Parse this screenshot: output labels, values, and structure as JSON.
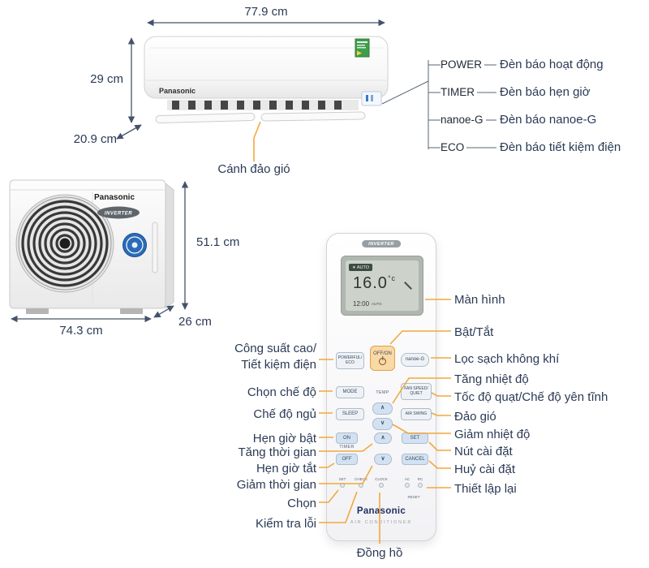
{
  "colors": {
    "text": "#2b3a55",
    "callout-line": "#F2A83C",
    "dim-line": "#44536b",
    "legend-line": "#5a6672",
    "btn-orange-bg": "#FAD9A4",
    "btn-orange-border": "#DFA14E",
    "btn-blue-bg": "#D3E2F2",
    "btn-gray-bg": "#EEF2F6",
    "btn-border": "#AEBCCB"
  },
  "indoor": {
    "brand": "Panasonic",
    "dims": {
      "width": "77.9 cm",
      "height": "29 cm",
      "depth": "20.9 cm"
    },
    "vane_callout": "Cánh đảo gió"
  },
  "legend": {
    "items": [
      {
        "name": "POWER",
        "desc": "Đèn báo hoạt động"
      },
      {
        "name": "TIMER",
        "desc": "Đèn báo hẹn giờ"
      },
      {
        "name": "nanoe-G",
        "desc": "Đèn báo nanoe-G"
      },
      {
        "name": "ECO",
        "desc": "Đèn báo tiết kiệm điện"
      }
    ]
  },
  "outdoor": {
    "brand": "Panasonic",
    "badge": "INVERTER",
    "dims": {
      "height": "51.1 cm",
      "width": "74.3 cm",
      "depth": "26 cm"
    }
  },
  "remote": {
    "badge": "INVERTER",
    "brand": "Panasonic",
    "subtitle": "AIR CONDITIONER",
    "lcd": {
      "mode_badge": "∗ AUTO",
      "temp": "16.0",
      "temp_unit": "°c",
      "time": "12:00",
      "time_tag": "AUTO"
    },
    "buttons": {
      "powerful": [
        "POWERFUL/",
        "ECO"
      ],
      "offon": "OFF/ON",
      "nanoe": "nanoe-G",
      "mode": "MODE",
      "temp_label": "TEMP",
      "fanspeed": [
        "FAN SPEED/",
        "QUIET"
      ],
      "sleep": "SLEEP",
      "airswing": "AIR SWING",
      "up": "∧",
      "down": "∨",
      "timer_label": "TIMER",
      "on": "ON",
      "set": "SET",
      "off": "OFF",
      "cancel": "CANCEL",
      "set_small": "SET",
      "check_small": "CHECK",
      "clock_small": "CLOCK",
      "ac_small": "AC",
      "rc_small": "RC",
      "reset_small": "RESET"
    }
  },
  "callouts": {
    "left": [
      "Công suất cao/ Tiết kiệm điện",
      "Chọn chế độ",
      "Chế độ ngủ",
      "Hẹn giờ bật",
      "Tăng thời gian",
      "Hẹn giờ tắt",
      "Giảm thời gian",
      "Chọn",
      "Kiểm tra lỗi"
    ],
    "right": [
      "Màn hình",
      "Bật/Tắt",
      "Lọc sạch không khí",
      "Tăng nhiệt độ",
      "Tốc độ quạt/Chế độ yên tĩnh",
      "Đảo gió",
      "Giảm nhiệt độ",
      "Nút cài đặt",
      "Huỷ cài đặt",
      "Thiết lập lại"
    ],
    "bottom": "Đồng hồ"
  }
}
